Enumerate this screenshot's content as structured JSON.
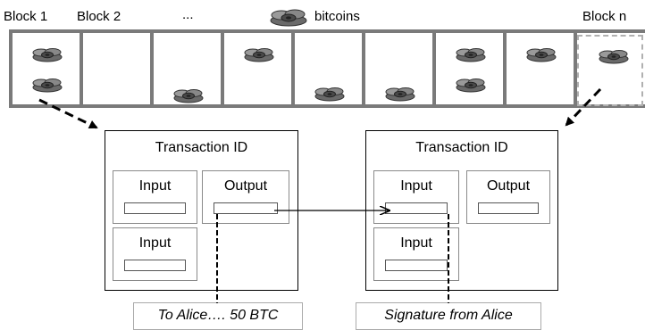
{
  "labels": {
    "block1": "Block 1",
    "block2": "Block 2",
    "ellipsis": "...",
    "bitcoins": "bitcoins",
    "blockn": "Block n"
  },
  "icons": {
    "coin": "bitcoin-coin-stack-icon"
  },
  "blocks": [
    {
      "coins": 2
    },
    {
      "coins": 0
    },
    {
      "coins": 1
    },
    {
      "coins": 1
    },
    {
      "coins": 1
    },
    {
      "coins": 1
    },
    {
      "coins": 2
    },
    {
      "coins": 1
    },
    {
      "coins": 1
    }
  ],
  "tx_left": {
    "title": "Transaction ID",
    "input1": "Input",
    "output": "Output",
    "input2": "Input"
  },
  "tx_right": {
    "title": "Transaction ID",
    "input1": "Input",
    "output": "Output",
    "input2": "Input"
  },
  "notes": {
    "left": "To Alice…. 50 BTC",
    "right": "Signature from Alice"
  },
  "colors": {
    "block_border": "#7a7a7a",
    "dashed_border": "#b0b0b0"
  }
}
